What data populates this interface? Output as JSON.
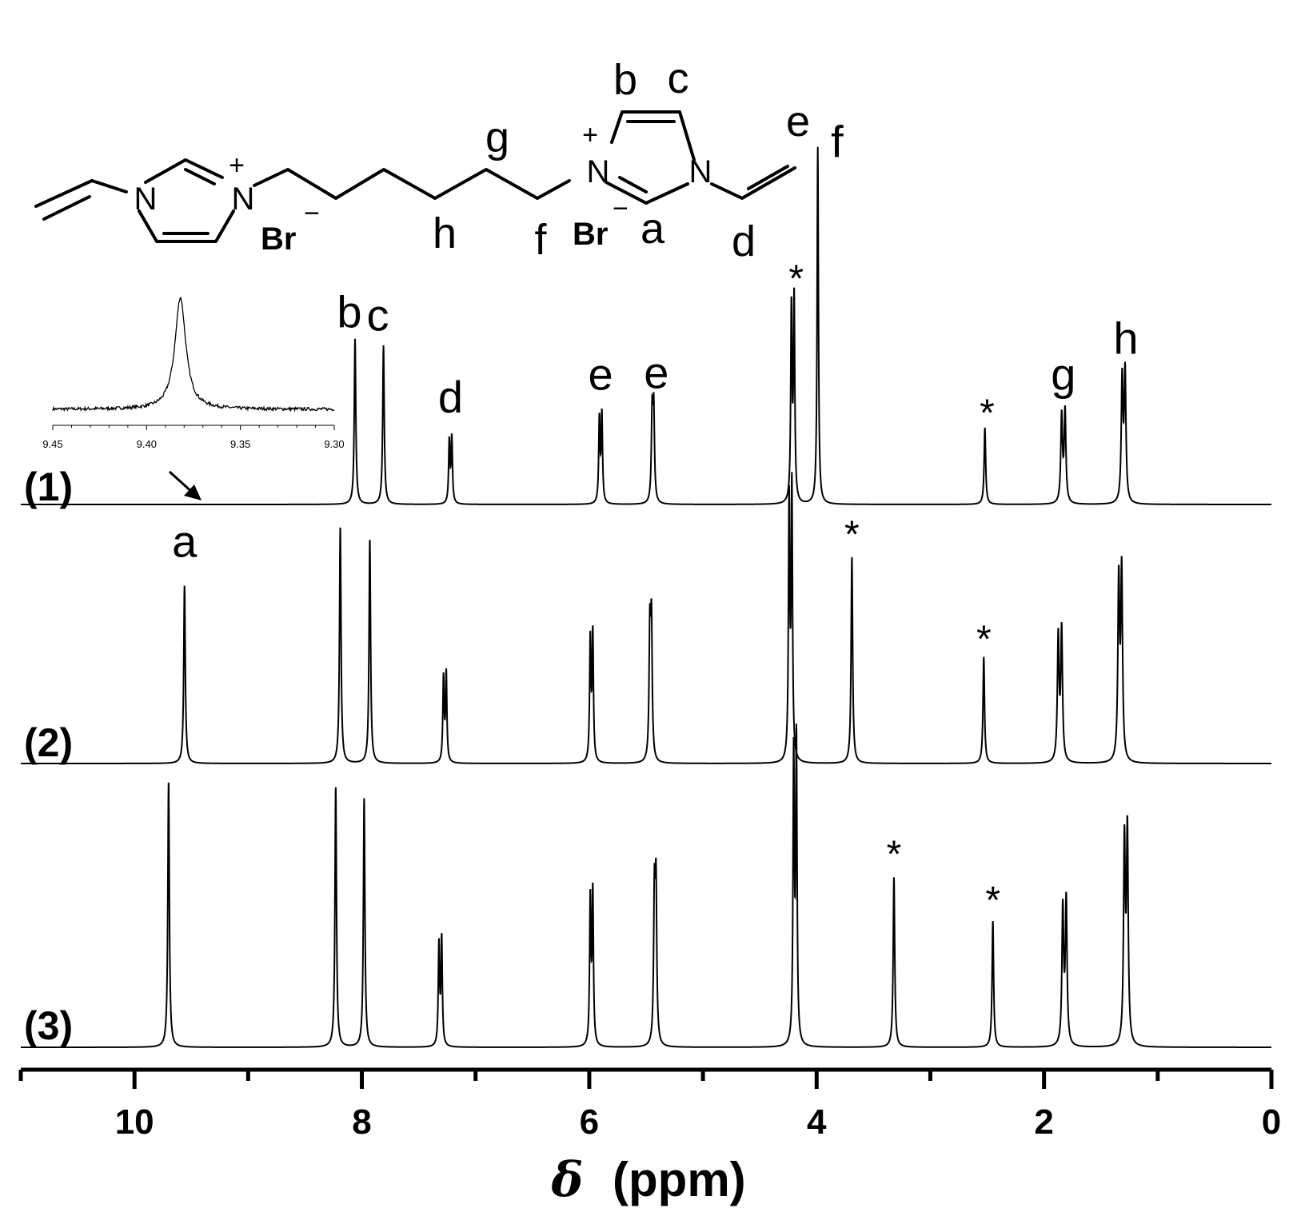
{
  "chart_data": {
    "type": "line",
    "xlabel_symbol": "δ",
    "xlabel_unit": "(ppm)",
    "xlim": [
      11,
      0
    ],
    "x_ticks": [
      "10",
      "8",
      "6",
      "4",
      "2",
      "0"
    ],
    "spectrum_labels": [
      "(1)",
      "(2)",
      "(3)"
    ],
    "series": [
      {
        "label": "(1)",
        "peaks": [
          {
            "ppm": 8.06,
            "height": 0.505,
            "width": 0.008,
            "split": 0
          },
          {
            "ppm": 7.81,
            "height": 0.485,
            "width": 0.008,
            "split": 0
          },
          {
            "ppm": 7.22,
            "height": 0.2,
            "width": 0.007,
            "split": 0.022
          },
          {
            "ppm": 5.9,
            "height": 0.27,
            "width": 0.007,
            "split": 0.022
          },
          {
            "ppm": 5.44,
            "height": 0.275,
            "width": 0.008,
            "split": 0.014
          },
          {
            "ppm": 4.21,
            "height": 0.62,
            "width": 0.007,
            "split": 0.024
          },
          {
            "ppm": 3.99,
            "height": 1.09,
            "width": 0.007,
            "split": 0
          },
          {
            "ppm": 2.52,
            "height": 0.235,
            "width": 0.008,
            "split": 0
          },
          {
            "ppm": 1.83,
            "height": 0.28,
            "width": 0.009,
            "split": 0.03
          },
          {
            "ppm": 1.3,
            "height": 0.395,
            "width": 0.009,
            "split": 0.026
          }
        ],
        "labels": [
          {
            "text": "b",
            "ppm": 8.11,
            "height": 0.54
          },
          {
            "text": "c",
            "ppm": 7.86,
            "height": 0.53
          },
          {
            "text": "d",
            "ppm": 7.22,
            "height": 0.28
          },
          {
            "text": "e",
            "ppm": 5.9,
            "height": 0.35
          },
          {
            "text": "e",
            "ppm": 5.41,
            "height": 0.355
          },
          {
            "text": "*",
            "ppm": 4.18,
            "height": 0.65
          },
          {
            "text": "f",
            "ppm": 3.82,
            "height": 1.06
          },
          {
            "text": "*",
            "ppm": 2.5,
            "height": 0.24
          },
          {
            "text": "g",
            "ppm": 1.83,
            "height": 0.35
          },
          {
            "text": "h",
            "ppm": 1.28,
            "height": 0.46
          }
        ]
      },
      {
        "label": "(2)",
        "peaks": [
          {
            "ppm": 9.56,
            "height": 0.545,
            "width": 0.008,
            "split": 0
          },
          {
            "ppm": 8.19,
            "height": 0.72,
            "width": 0.008,
            "split": 0
          },
          {
            "ppm": 7.93,
            "height": 0.685,
            "width": 0.008,
            "split": 0
          },
          {
            "ppm": 7.27,
            "height": 0.27,
            "width": 0.007,
            "split": 0.024
          },
          {
            "ppm": 5.98,
            "height": 0.39,
            "width": 0.007,
            "split": 0.022
          },
          {
            "ppm": 5.46,
            "height": 0.405,
            "width": 0.008,
            "split": 0.014
          },
          {
            "ppm": 4.23,
            "height": 0.83,
            "width": 0.007,
            "split": 0.024
          },
          {
            "ppm": 3.69,
            "height": 0.63,
            "width": 0.008,
            "split": 0
          },
          {
            "ppm": 2.53,
            "height": 0.325,
            "width": 0.008,
            "split": 0
          },
          {
            "ppm": 1.86,
            "height": 0.4,
            "width": 0.009,
            "split": 0.03
          },
          {
            "ppm": 1.33,
            "height": 0.575,
            "width": 0.009,
            "split": 0.026
          }
        ],
        "labels": [
          {
            "text": "a",
            "ppm": 9.56,
            "height": 0.63
          },
          {
            "text": "*",
            "ppm": 3.69,
            "height": 0.66
          },
          {
            "text": "*",
            "ppm": 2.53,
            "height": 0.34
          }
        ]
      },
      {
        "label": "(3)",
        "peaks": [
          {
            "ppm": 9.7,
            "height": 0.81,
            "width": 0.008,
            "split": 0
          },
          {
            "ppm": 8.23,
            "height": 0.795,
            "width": 0.008,
            "split": 0
          },
          {
            "ppm": 7.98,
            "height": 0.76,
            "width": 0.008,
            "split": 0
          },
          {
            "ppm": 7.31,
            "height": 0.325,
            "width": 0.007,
            "split": 0.024
          },
          {
            "ppm": 5.98,
            "height": 0.465,
            "width": 0.007,
            "split": 0.022
          },
          {
            "ppm": 5.42,
            "height": 0.465,
            "width": 0.008,
            "split": 0.014
          },
          {
            "ppm": 4.19,
            "height": 0.92,
            "width": 0.007,
            "split": 0.024
          },
          {
            "ppm": 3.32,
            "height": 0.52,
            "width": 0.008,
            "split": 0
          },
          {
            "ppm": 2.45,
            "height": 0.385,
            "width": 0.008,
            "split": 0
          },
          {
            "ppm": 1.82,
            "height": 0.44,
            "width": 0.009,
            "split": 0.03
          },
          {
            "ppm": 1.28,
            "height": 0.645,
            "width": 0.009,
            "split": 0.026
          }
        ],
        "labels": [
          {
            "text": "*",
            "ppm": 3.32,
            "height": 0.55
          },
          {
            "text": "*",
            "ppm": 2.45,
            "height": 0.41
          }
        ]
      }
    ],
    "inset": {
      "x_ticks": [
        "9.45",
        "9.40",
        "9.35",
        "9.30"
      ],
      "xlim": [
        9.45,
        9.3
      ],
      "peak_ppm": 9.382,
      "arrow_target_ppm": 9.38
    },
    "structure_labels": {
      "b": "b",
      "c": "c",
      "e": "e",
      "g": "g",
      "h": "h",
      "f_left": "f",
      "f_right": "f",
      "a": "a",
      "d": "d",
      "n": "N",
      "plus": "+",
      "br": "Br",
      "minus": "−"
    }
  }
}
